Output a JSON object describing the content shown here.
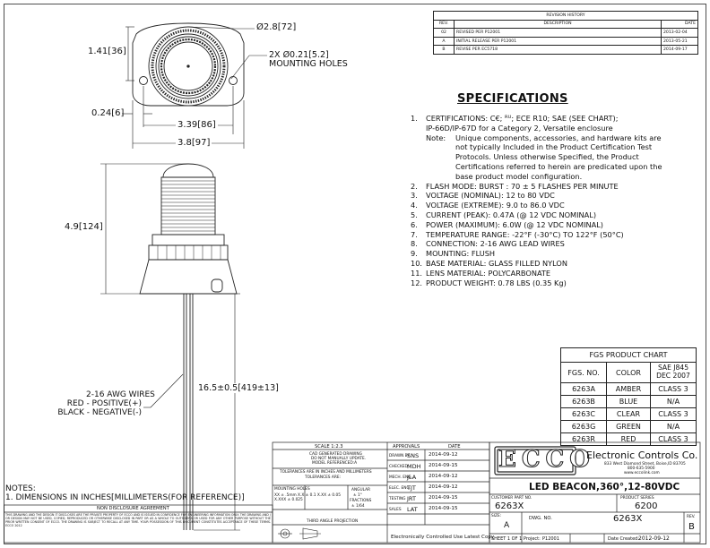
{
  "dimensions": {
    "dia_outer": "Ø2.8[72]",
    "height_top": "1.41[36]",
    "holes_1": "2X Ø0.21[5.2]",
    "holes_2": "MOUNTING HOLES",
    "flange": "0.24[6]",
    "hole_span": "3.39[86]",
    "base_width": "3.8[97]",
    "overall_height": "4.9[124]",
    "wire_length": "16.5±0.5[419±13]",
    "wires_1": "2-16 AWG WIRES",
    "wires_2": "RED - POSITIVE(+)",
    "wires_3": "BLACK - NEGATIVE(-)"
  },
  "notes": {
    "heading": "NOTES:",
    "item": "1. DIMENSIONS IN INCHES[MILLIMETERS(FOR REFERENCE)]"
  },
  "revision": {
    "title": "REVISION HISTORY",
    "col_rev": "REV.",
    "col_desc": "DESCRIPTION",
    "col_date": "DATE",
    "rows": [
      {
        "rev": "02",
        "desc": "REVISED PER P12001",
        "date": "2013-02-04"
      },
      {
        "rev": "A",
        "desc": "INITIAL RELEASE PER P12001",
        "date": "2013-05-21"
      },
      {
        "rev": "B",
        "desc": "REVISE PER EC5718",
        "date": "2014-09-17"
      }
    ]
  },
  "specs": {
    "title": "SPECIFICATIONS",
    "item1_a": "CERTIFICATIONS: C€; ᴿᵁ; ECE R10; SAE (SEE CHART);",
    "item1_b": "IP-66D/IP-67D for a Category 2, Versatile enclosure",
    "note_label": "Note:",
    "note_lines": [
      "Unique components, accessories, and hardware kits are",
      "not typically Included in the Product Certification Test",
      "Protocols.  Unless otherwise Specified, the Product",
      "Certifications referred to herein are predicated upon the",
      "base product model configuration."
    ],
    "items": [
      {
        "n": "2.",
        "text": "FLASH MODE: BURST : 70 ± 5 FLASHES PER MINUTE"
      },
      {
        "n": "3.",
        "text": "VOLTAGE (NOMINAL): 12 to 80 VDC"
      },
      {
        "n": "4.",
        "text": "VOLTAGE (EXTREME): 9.0 to 86.0 VDC"
      },
      {
        "n": "5.",
        "text": "CURRENT (PEAK): 0.47A (@ 12 VDC NOMINAL)"
      },
      {
        "n": "6.",
        "text": "POWER (MAXIMUM): 6.0W (@ 12 VDC NOMINAL)"
      },
      {
        "n": "7.",
        "text": "TEMPERATURE RANGE: -22°F (-30°C) TO 122°F (50°C)"
      },
      {
        "n": "8.",
        "text": "CONNECTION: 2-16 AWG LEAD WIRES"
      },
      {
        "n": "9.",
        "text": "MOUNTING: FLUSH"
      },
      {
        "n": "10.",
        "text": "BASE MATERIAL: GLASS FILLED NYLON"
      },
      {
        "n": "11.",
        "text": "LENS MATERIAL: POLYCARBONATE"
      },
      {
        "n": "12.",
        "text": "PRODUCT WEIGHT: 0.78 LBS (0.35 Kg)"
      }
    ]
  },
  "fgs": {
    "title": "FGS PRODUCT CHART",
    "h_no": "FGS. NO.",
    "h_color": "COLOR",
    "h_sae_1": "SAE J845",
    "h_sae_2": "DEC 2007",
    "rows": [
      {
        "no": "6263A",
        "color": "AMBER",
        "sae": "CLASS 3"
      },
      {
        "no": "6263B",
        "color": "BLUE",
        "sae": "N/A"
      },
      {
        "no": "6263C",
        "color": "CLEAR",
        "sae": "CLASS 3"
      },
      {
        "no": "6263G",
        "color": "GREEN",
        "sae": "N/A"
      },
      {
        "no": "6263R",
        "color": "RED",
        "sae": "CLASS 3"
      }
    ]
  },
  "titleblock": {
    "scale": "SCALE 1:2.3",
    "cad_1": "CAD GENERATED DRAWING",
    "cad_2": "DO NOT MANUALLY UPDATE.",
    "cad_3": "MODEL REFERENCED:A",
    "tolerances": "TOLERANCES ARE IN INCHES  AND MILLIMETERS",
    "tol_sub": "TOLERANCES ARE:",
    "mounting_holes": "MOUNTING HOLES",
    "tol_vals": "XX  ± .5mm   X.X ± 0.1   X.XX ± 0.05   X.XXX ± 0.025",
    "angular": "ANGULAR",
    "angular_val": "± 1°",
    "fractions": "FRACTIONS",
    "fractions_val": "± 1/64",
    "third_angle": "THIRD ANGLE PROJECTION",
    "nda": "NON DISCLOSURE AGREEMENT",
    "nda_text": "THIS DRAWING AND THE DESIGN IT DISCLOSES ARE THE PRIVATE PROPERTY OF ECCO AND IS ISSUED IN CONFIDENCE FOR ENGINEERING INFORMATION ONLY. THE DRAWING AND / OR DESIGN MAY NOT BE USED, COPIED, REPRODUCED OR OTHERWISE DISCLOSED IN PART OR AS A WHOLE TO OUTSIDERS OR USED FOR ANY OTHER PURPOSE WITHOUT THE PRIOR WRITTEN CONSENT OF ECCO. THE DRAWING IS SUBJECT TO RECALL AT ANY TIME. YOUR POSSESSION OF THIS DOCUMENT CONSTITUTES ACCEPTANCE OF THESE TERMS. ECCO 2012",
    "approvals": "APPROVALS",
    "date": "DATE",
    "signoffs": [
      {
        "role": "DRAWN BY",
        "who": "SNS",
        "date": "2014-09-12"
      },
      {
        "role": "CHECKED",
        "who": "MDH",
        "date": "2014-09-15"
      },
      {
        "role": "MECH. ENG.",
        "who": "JLA",
        "date": "2014-09-12"
      },
      {
        "role": "ELEC. ENG.",
        "who": "TJT",
        "date": "2014-09-12"
      },
      {
        "role": "TESTING",
        "who": "JRT",
        "date": "2014-09-15"
      },
      {
        "role": "SALES",
        "who": "LAT",
        "date": "2014-09-15"
      }
    ],
    "controlled": "Electronically Controlled Use Latest Copy",
    "logo": "ECCO",
    "company": "Electronic Controls Co.",
    "addr_1": "833 West Diamond Street, Boise,ID 83705",
    "addr_2": "800-635-5900",
    "addr_3": "www.eccolink.com",
    "product_title": "LED BEACON,360°,12-80VDC",
    "cust_part_label": "CUSTOMER PART NO.",
    "cust_part": "6263X",
    "series_label": "PRODUCT SERIES",
    "series": "6200",
    "size_label": "SIZE:",
    "size": "A",
    "dwg_label": "DWG. NO.",
    "dwg": "6263X",
    "rev_label": "REV.",
    "rev": "B",
    "sheet": "SHEET 1 OF 1",
    "project_label": "Project:",
    "project": "P12001",
    "date_created_label": "Date Created:",
    "date_created": "2012-09-12"
  }
}
